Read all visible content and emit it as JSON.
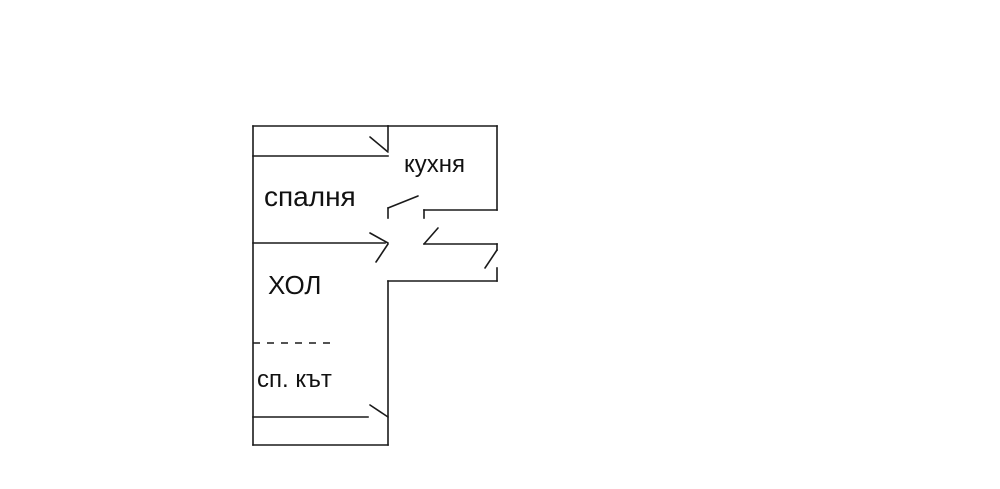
{
  "floorplan": {
    "rooms": {
      "bedroom": "спалня",
      "kitchen": "кухня",
      "living": "ХОЛ",
      "sleeping_corner": "сп. кът"
    },
    "colors": {
      "line": "#1a1a1a",
      "text": "#111111",
      "background": "#ffffff"
    }
  }
}
